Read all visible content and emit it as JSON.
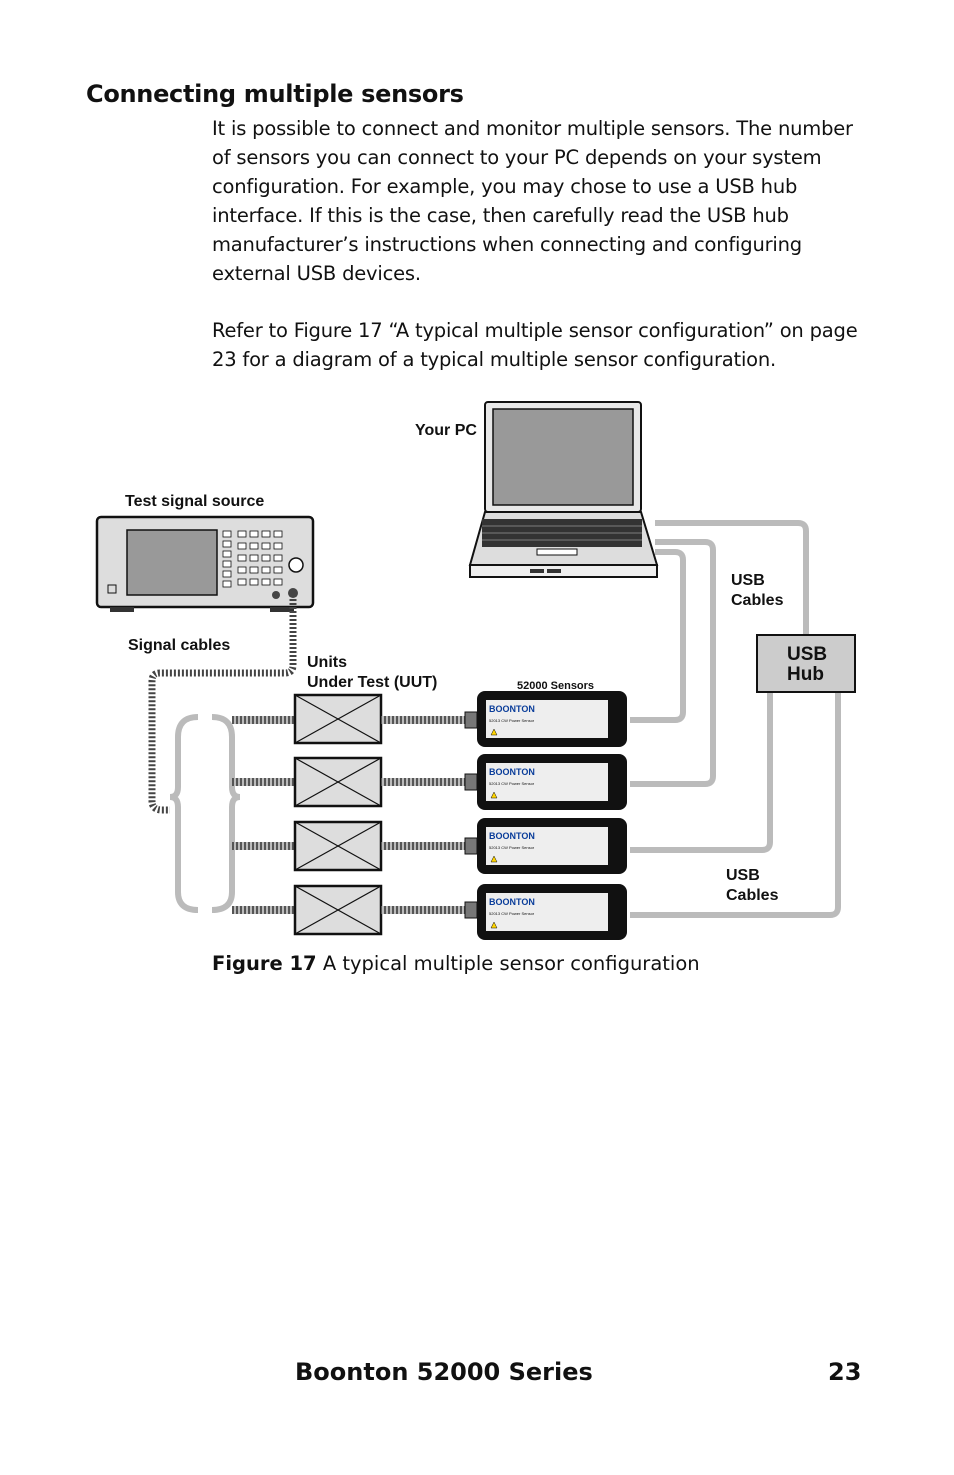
{
  "section": {
    "heading": "Connecting multiple sensors",
    "paragraph1": "It is possible to connect and monitor multiple sensors. The number of sensors you can connect to your PC depends on your system configuration. For example, you may chose to use a USB hub interface. If this is the case, then carefully read the USB hub manufacturer’s instructions when connecting and configuring external USB devices.",
    "paragraph2": "Refer to Figure 17 “A typical multiple sensor configuration” on page 23 for a diagram of a typical multiple sensor configuration."
  },
  "figure": {
    "labels": {
      "your_pc": "Your PC",
      "test_signal_source": "Test signal source",
      "signal_cables": "Signal cables",
      "units_line1": "Units",
      "units_line2": "Under Test (UUT)",
      "sensors": "52000 Sensors",
      "usb_cables_top_line1": "USB",
      "usb_cables_top_line2": "Cables",
      "usb_hub_line1": "USB",
      "usb_hub_line2": "Hub",
      "usb_cables_bottom_line1": "USB",
      "usb_cables_bottom_line2": "Cables"
    },
    "sensor_brand": "BOONTON",
    "sensor_model": "52013 CW Power Sensor",
    "caption_number": "Figure 17",
    "caption_text": " A typical multiple sensor configuration"
  },
  "footer": {
    "title": "Boonton 52000 Series",
    "page_number": "23"
  }
}
